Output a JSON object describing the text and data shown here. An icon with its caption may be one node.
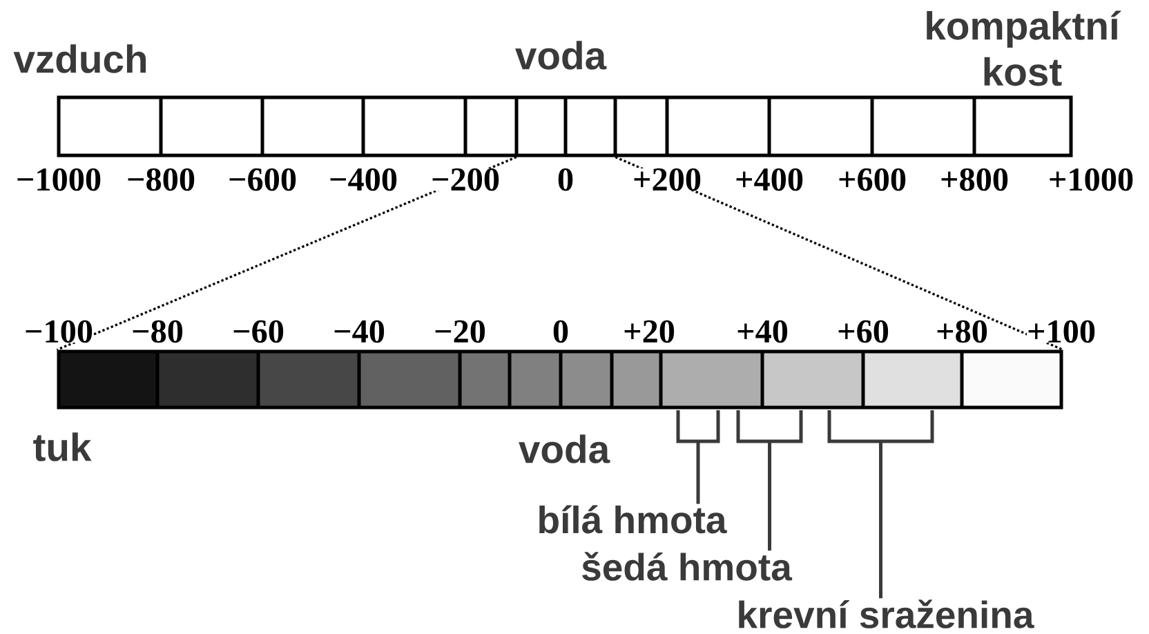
{
  "diagram": {
    "nodes": [
      {
        "text": [],
        "shape": "bar"
      },
      {
        "text": [],
        "shape": "bar"
      },
      {
        "text": [],
        "shape": "bracket"
      },
      {
        "text": [],
        "shape": "bracket"
      },
      {
        "text": [],
        "shape": "bracket"
      },
      {
        "text": [
          "bílá hmota"
        ]
      },
      {
        "text": [
          "šedá hmota"
        ]
      },
      {
        "text": [
          "krevní sraženina"
        ]
      }
    ],
    "edges": [
      {
        "from": 0,
        "to": 1,
        "arrow": "none",
        "style": "dashed"
      },
      {
        "from": 0,
        "to": 1,
        "arrow": "none",
        "style": "dashed"
      },
      {
        "from": 5,
        "to": 2,
        "arrow": "none"
      },
      {
        "from": 6,
        "to": 3,
        "arrow": "none"
      },
      {
        "from": 7,
        "to": 4,
        "arrow": "none"
      }
    ],
    "labels": [
      "kompaktní kost",
      "vzduch",
      "voda",
      "−1000",
      "−800",
      "−600",
      "−400",
      "−200",
      "0",
      "+200",
      "+400",
      "+600",
      "+800",
      "+1000",
      "−100",
      "−80",
      "−60",
      "−40",
      "−20",
      "0",
      "+20",
      "+40",
      "+60",
      "+80",
      "+100",
      "tuk",
      "voda"
    ]
  }
}
